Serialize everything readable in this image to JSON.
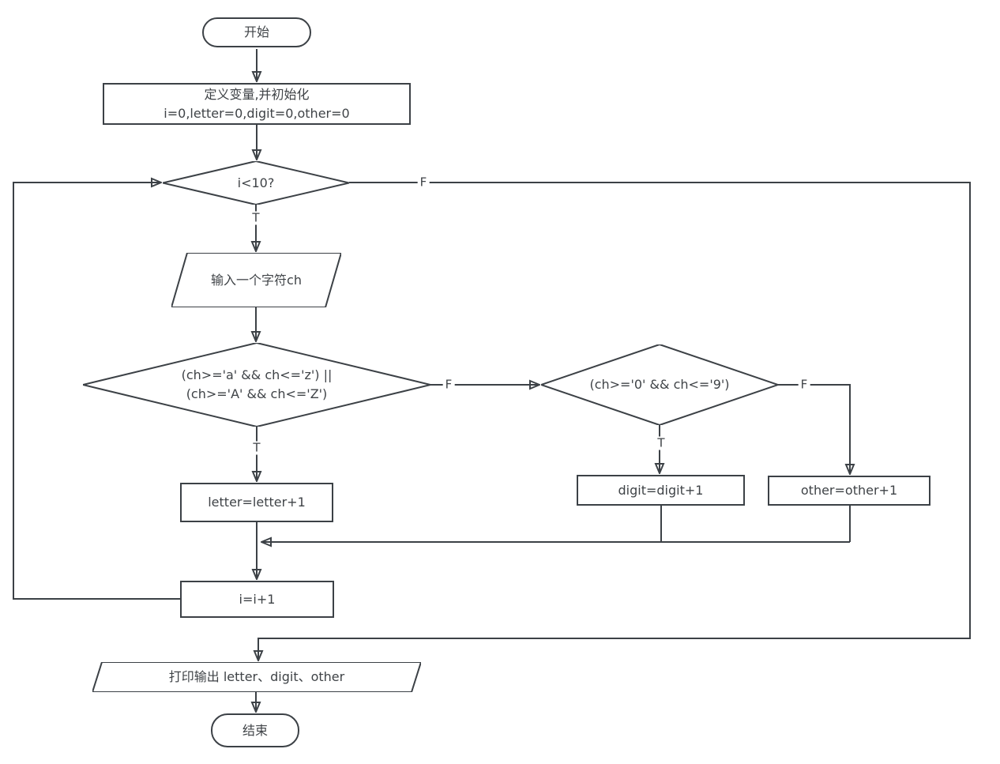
{
  "diagram": {
    "type": "flowchart",
    "description": "Flow chart counting letters, digits and other characters among 10 input characters"
  },
  "colors": {
    "line": "#3c4146",
    "text": "#3f4347",
    "background": "#ffffff"
  },
  "labels": {
    "true": "T",
    "false": "F"
  },
  "nodes": {
    "start": {
      "label": "开始"
    },
    "init": {
      "lines": [
        "定义变量,并初始化",
        "i=0,letter=0,digit=0,other=0"
      ]
    },
    "loop_cond": {
      "label": "i<10?"
    },
    "input_ch": {
      "label": "输入一个字符ch"
    },
    "alpha_cond": {
      "lines": [
        "(ch>='a' && ch<='z') ||",
        "(ch>='A' && ch<='Z')"
      ]
    },
    "digit_cond": {
      "label": "(ch>='0' && ch<='9')"
    },
    "letter_inc": {
      "label": "letter=letter+1"
    },
    "digit_inc": {
      "label": "digit=digit+1"
    },
    "other_inc": {
      "label": "other=other+1"
    },
    "i_inc": {
      "label": "i=i+1"
    },
    "print": {
      "label": "打印输出 letter、digit、other"
    },
    "end": {
      "label": "结束"
    }
  }
}
